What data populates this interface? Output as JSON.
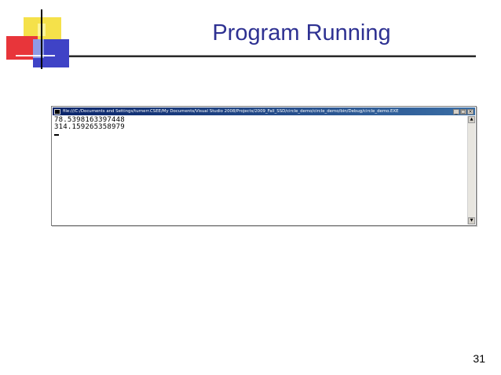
{
  "slide": {
    "title": "Program Running",
    "page_number": "31"
  },
  "console": {
    "title": "file:///C:/Documents and Settings/turnerr.CSEE/My Documents/Visual Studio 2008/Projects/2009_Fall_SSD/circle_demo/circle_demo/bin/Debug/circle_demo.EXE",
    "minimize_label": "_",
    "maximize_label": "□",
    "close_label": "×",
    "output_lines": [
      "78.5398163397448",
      "314.159265358979"
    ],
    "scroll_up_label": "▲",
    "scroll_down_label": "▼"
  },
  "colors": {
    "title": "#2e3192",
    "titlebar_start": "#0a246a",
    "titlebar_end": "#3a6ea5",
    "deco_yellow": "#f5e14a",
    "deco_red": "#e8353a",
    "deco_blue": "#3f43c6"
  }
}
